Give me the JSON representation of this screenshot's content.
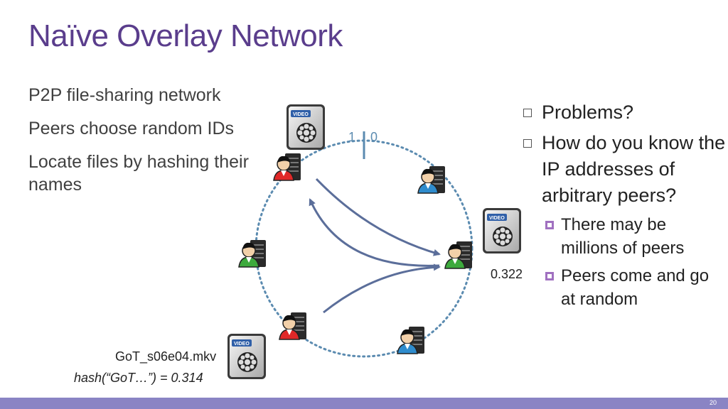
{
  "slide": {
    "title": "Naïve Overlay Network",
    "left_bullets": [
      "P2P file-sharing network",
      "Peers choose random IDs",
      "Locate files by hashing their names"
    ],
    "right_bullets": [
      {
        "text": "Problems?"
      },
      {
        "text": "How do you know the IP addresses of arbitrary peers?"
      }
    ],
    "sub_bullets": [
      {
        "text": "There may be millions of peers"
      },
      {
        "text": "Peers come and go at random"
      }
    ],
    "ring": {
      "label_one": "1",
      "label_zero": "0",
      "peer_id": "0.322"
    },
    "file": {
      "name": "GoT_s06e04.mkv",
      "hash": "hash(“GoT…”) = 0.314",
      "video_label": "VIDEO"
    },
    "page_number": "20",
    "colors": {
      "title": "#5a3d8c",
      "ring": "#5b8bb0",
      "arrow": "#5b6e9a",
      "footer": "#8a84c4"
    }
  }
}
